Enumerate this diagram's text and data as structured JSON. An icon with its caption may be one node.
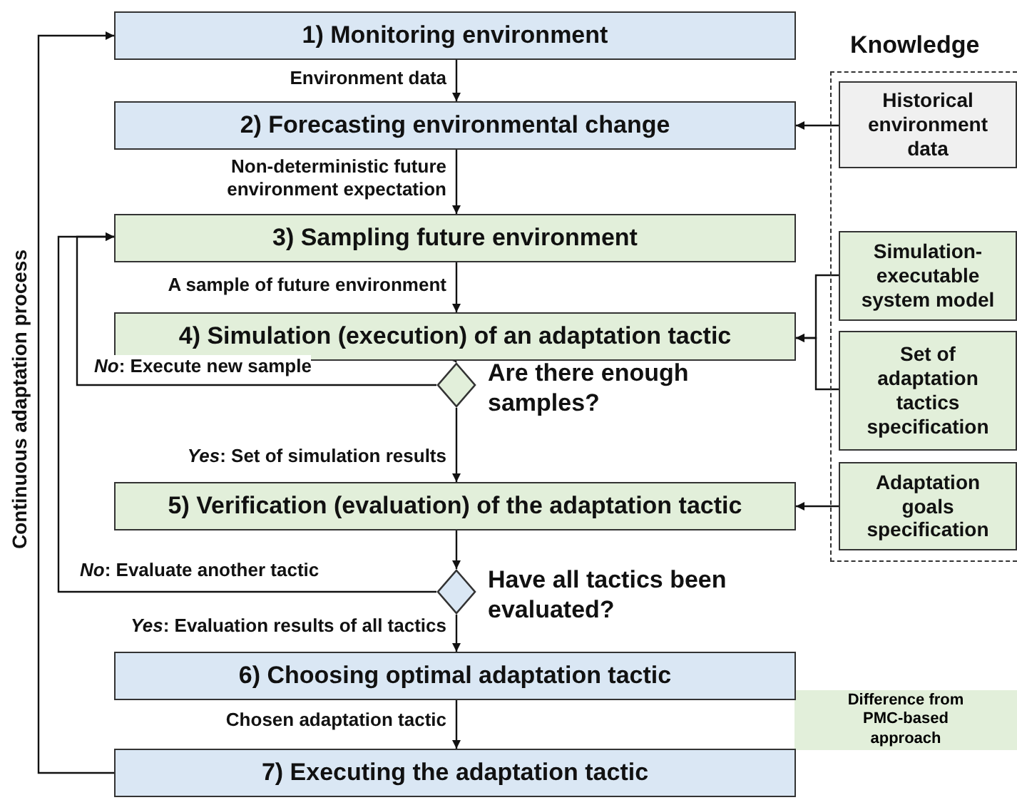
{
  "diagram": {
    "nodes": [
      {
        "text": [
          "1) Monitoring environment"
        ]
      },
      {
        "text": [
          "2) Forecasting environmental change"
        ]
      },
      {
        "text": [
          "3) Sampling future environment"
        ]
      },
      {
        "text": [
          "4) Simulation (execution) of an adaptation tactic"
        ]
      },
      {
        "text": [],
        "shape": "diamond",
        "beside": [
          "Are there enough samples?"
        ]
      },
      {
        "text": [
          "5) Verification (evaluation) of the adaptation tactic"
        ]
      },
      {
        "text": [],
        "shape": "diamond",
        "beside": [
          "Have all tactics been evaluated?"
        ]
      },
      {
        "text": [
          "6) Choosing optimal adaptation tactic"
        ]
      },
      {
        "text": [
          "7) Executing the adaptation tactic"
        ]
      },
      {
        "text": [
          "Knowledge"
        ]
      },
      {
        "text": [
          "Historical environment data"
        ],
        "in": 9
      },
      {
        "text": [
          "Simulation-executable system model"
        ],
        "in": 9
      },
      {
        "text": [
          "Set of adaptation tactics specification"
        ],
        "in": 9
      },
      {
        "text": [
          "Adaptation goals specification"
        ],
        "in": 9
      }
    ],
    "edges": [
      {
        "from": 0,
        "to": 1,
        "arrow": "to",
        "label": "Environment data"
      },
      {
        "from": 1,
        "to": 2,
        "arrow": "to",
        "label": "Non-deterministic future environment expectation"
      },
      {
        "from": 2,
        "to": 3,
        "arrow": "to",
        "label": "A sample of future environment"
      },
      {
        "from": 3,
        "to": 4,
        "arrow": "to"
      },
      {
        "from": 4,
        "to": 2,
        "arrow": "to",
        "label": "*No*: Execute new sample"
      },
      {
        "from": 4,
        "to": 5,
        "arrow": "to",
        "label": "*Yes*: Set of simulation results"
      },
      {
        "from": 5,
        "to": 6,
        "arrow": "to"
      },
      {
        "from": 6,
        "to": 2,
        "arrow": "to",
        "label": "*No*: Evaluate another tactic"
      },
      {
        "from": 6,
        "to": 7,
        "arrow": "to",
        "label": "*Yes*: Evaluation results of all tactics"
      },
      {
        "from": 7,
        "to": 8,
        "arrow": "to",
        "label": "Chosen adaptation tactic"
      },
      {
        "from": 8,
        "to": 0,
        "arrow": "to",
        "label": "Continuous adaptation process"
      },
      {
        "from": 10,
        "to": 1,
        "arrow": "to"
      },
      {
        "from": 11,
        "to": 3,
        "arrow": "to"
      },
      {
        "from": 12,
        "to": 3,
        "arrow": "to"
      },
      {
        "from": 13,
        "to": 5,
        "arrow": "to"
      }
    ],
    "legend": [
      {
        "text": "Difference from PMC-based approach",
        "color": "#e2efda"
      }
    ]
  }
}
